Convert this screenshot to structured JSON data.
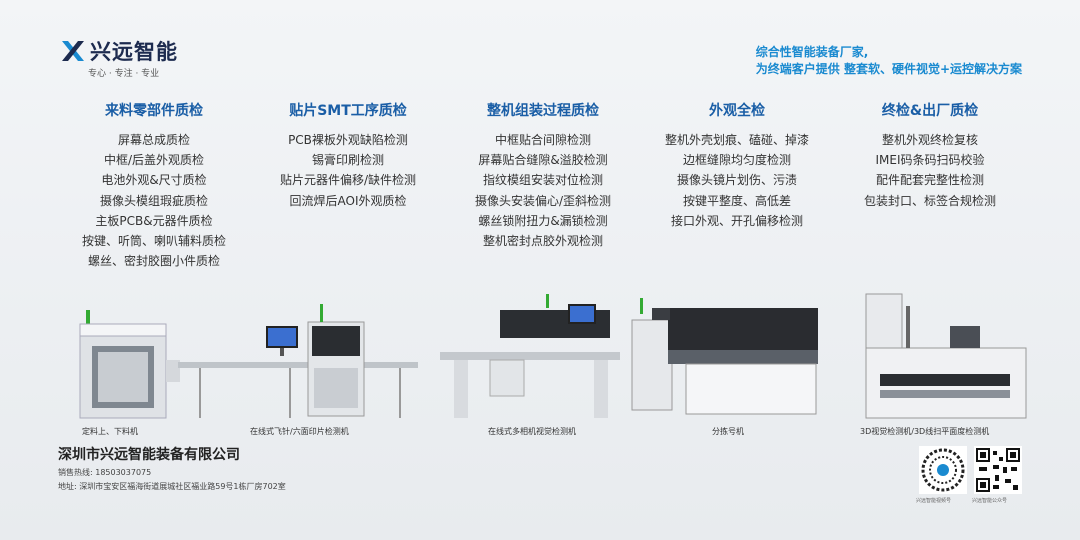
{
  "brand": {
    "name": "兴远智能",
    "slogan": "专心 · 专注 · 专业",
    "colors": {
      "primary": "#1d2b4f",
      "accent": "#1a8ad0",
      "title_blue": "#1a5ea6"
    }
  },
  "tagline": {
    "line1": "综合性智能装备厂家,",
    "line2": "为终端客户提供 整套软、硬件视觉+运控解决方案"
  },
  "columns": [
    {
      "title": "来料零部件质检",
      "items": [
        "屏幕总成质检",
        "中框/后盖外观质检",
        "电池外观&尺寸质检",
        "摄像头模组瑕疵质检",
        "主板PCB&元器件质检",
        "按键、听筒、喇叭辅料质检",
        "螺丝、密封胶圈小件质检"
      ]
    },
    {
      "title": "贴片SMT工序质检",
      "items": [
        "PCB裸板外观缺陷检测",
        "锡膏印刷检测",
        "贴片元器件偏移/缺件检测",
        "回流焊后AOI外观质检"
      ]
    },
    {
      "title": "整机组装过程质检",
      "items": [
        "中框贴合间隙检测",
        "屏幕贴合缝隙&溢胶检测",
        "指纹模组安装对位检测",
        "摄像头安装偏心/歪斜检测",
        "螺丝锁附扭力&漏锁检测",
        "整机密封点胶外观检测"
      ]
    },
    {
      "title": "外观全检",
      "items": [
        "整机外壳划痕、磕碰、掉漆",
        "边框缝隙均匀度检测",
        "摄像头镜片划伤、污渍",
        "按键平整度、高低差",
        "接口外观、开孔偏移检测"
      ]
    },
    {
      "title": "终检&出厂质检",
      "items": [
        "整机外观终检复核",
        "IMEI码条码扫码校验",
        "配件配套完整性检测",
        "包装封口、标签合规检测"
      ]
    }
  ],
  "machines": [
    {
      "label": "定料上、下料机"
    },
    {
      "label": "在线式飞针/六面印片检测机"
    },
    {
      "label": "在线式多相机视觉检测机"
    },
    {
      "label": "分拣号机"
    },
    {
      "label": "3D视觉检测机/3D线扫平面度检测机"
    }
  ],
  "footer": {
    "company": "深圳市兴远智能装备有限公司",
    "hotline": "销售热线: 18503037075",
    "address": "地址: 深圳市宝安区福海街道展城社区福业路59号1栋厂房702室",
    "qr_captions": [
      "兴远智能视频号",
      "兴远智能公众号"
    ]
  }
}
